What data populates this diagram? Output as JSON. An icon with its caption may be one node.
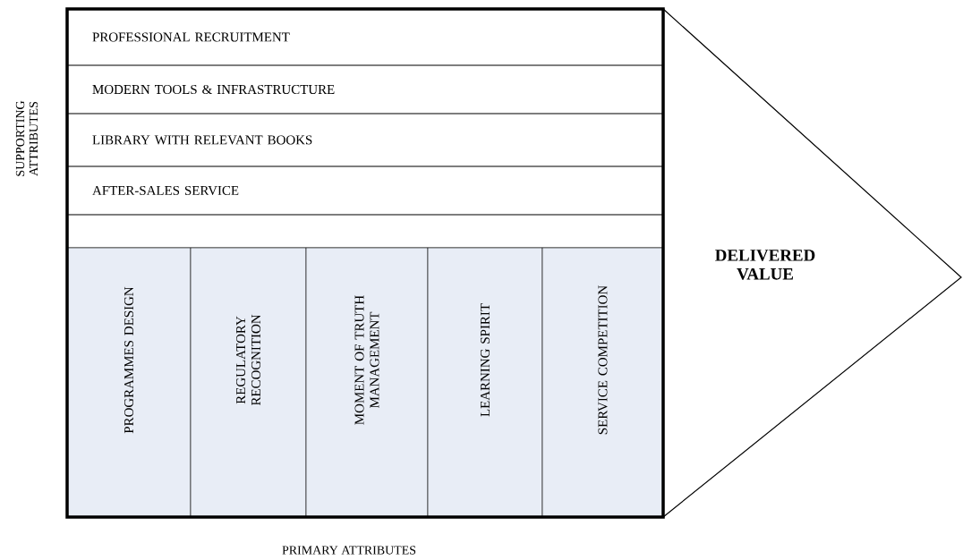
{
  "diagram": {
    "nodes": [
      {
        "text": [],
        "shape": "box"
      },
      {
        "text": [
          "PROFESSIONAL RECRUITMENT"
        ],
        "in": 0
      },
      {
        "text": [
          "MODERN TOOLS & INFRASTRUCTURE"
        ],
        "in": 0
      },
      {
        "text": [
          "LIBRARY WITH RELEVANT BOOKS"
        ],
        "in": 0
      },
      {
        "text": [
          "AFTER-SALES SERVICE"
        ],
        "in": 0
      },
      {
        "text": [],
        "shape": "box",
        "in": 0
      },
      {
        "text": [
          "PROGRAMMES DESIGN"
        ],
        "in": 0
      },
      {
        "text": [
          "REGULATORY RECOGNITION"
        ],
        "in": 0
      },
      {
        "text": [
          "MOMENT OF TRUTH MANAGEMENT"
        ],
        "in": 0
      },
      {
        "text": [
          "LEARNING SPIRIT"
        ],
        "in": 0
      },
      {
        "text": [
          "SERVICE COMPETITION"
        ],
        "in": 0
      },
      {
        "text": [
          "DELIVERED VALUE"
        ]
      }
    ],
    "edges": [],
    "labels": [
      "SUPPORTING ATTRIBUTES",
      "PRIMARY ATTRIBUTES"
    ]
  }
}
